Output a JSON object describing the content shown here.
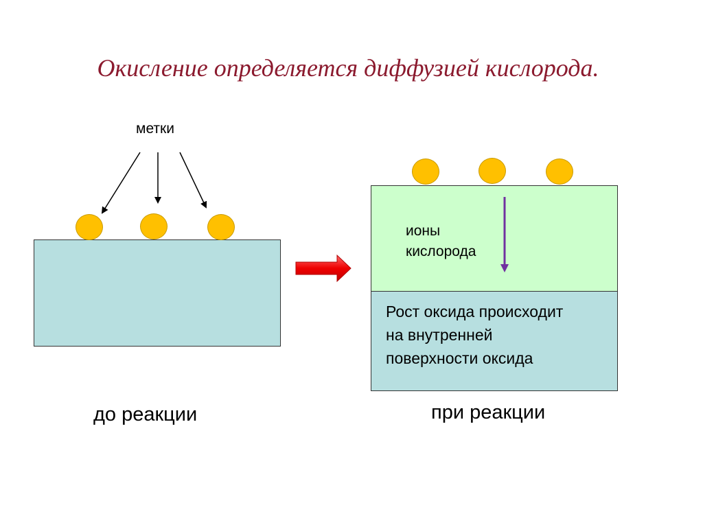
{
  "title": "Окисление определяется диффузией кислорода.",
  "labels": {
    "markers": "метки",
    "oxygen_ions": "ионы\nкислорода",
    "growth_note": "Рост оксида происходит\nна внутренней\nповерхности оксида",
    "before": "до реакции",
    "during": "при реакции"
  },
  "colors": {
    "title": "#8b1a2e",
    "marker": "#ffc000",
    "substrate": "#b7dfe0",
    "oxide_outer": "#ccffcc",
    "ion_arrow": "#7030a0",
    "transition_arrow": "#ff0000"
  }
}
